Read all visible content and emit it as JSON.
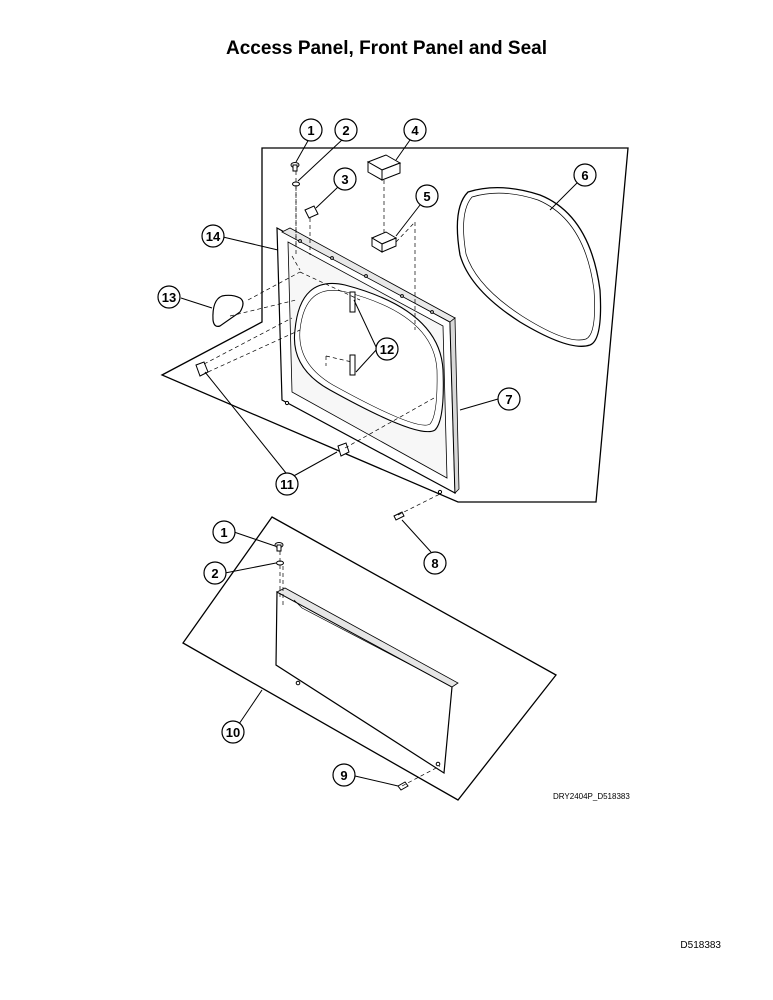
{
  "title": "Access Panel, Front Panel and Seal",
  "drawing_code": "DRY2404P_D518383",
  "page_code": "D518383",
  "callouts": [
    {
      "id": "c1a",
      "label": "1"
    },
    {
      "id": "c2a",
      "label": "2"
    },
    {
      "id": "c3",
      "label": "3"
    },
    {
      "id": "c4",
      "label": "4"
    },
    {
      "id": "c5",
      "label": "5"
    },
    {
      "id": "c6",
      "label": "6"
    },
    {
      "id": "c7",
      "label": "7"
    },
    {
      "id": "c8",
      "label": "8"
    },
    {
      "id": "c9",
      "label": "9"
    },
    {
      "id": "c10",
      "label": "10"
    },
    {
      "id": "c11",
      "label": "11"
    },
    {
      "id": "c12",
      "label": "12"
    },
    {
      "id": "c13",
      "label": "13"
    },
    {
      "id": "c14",
      "label": "14"
    },
    {
      "id": "c1b",
      "label": "1"
    },
    {
      "id": "c2b",
      "label": "2"
    }
  ]
}
